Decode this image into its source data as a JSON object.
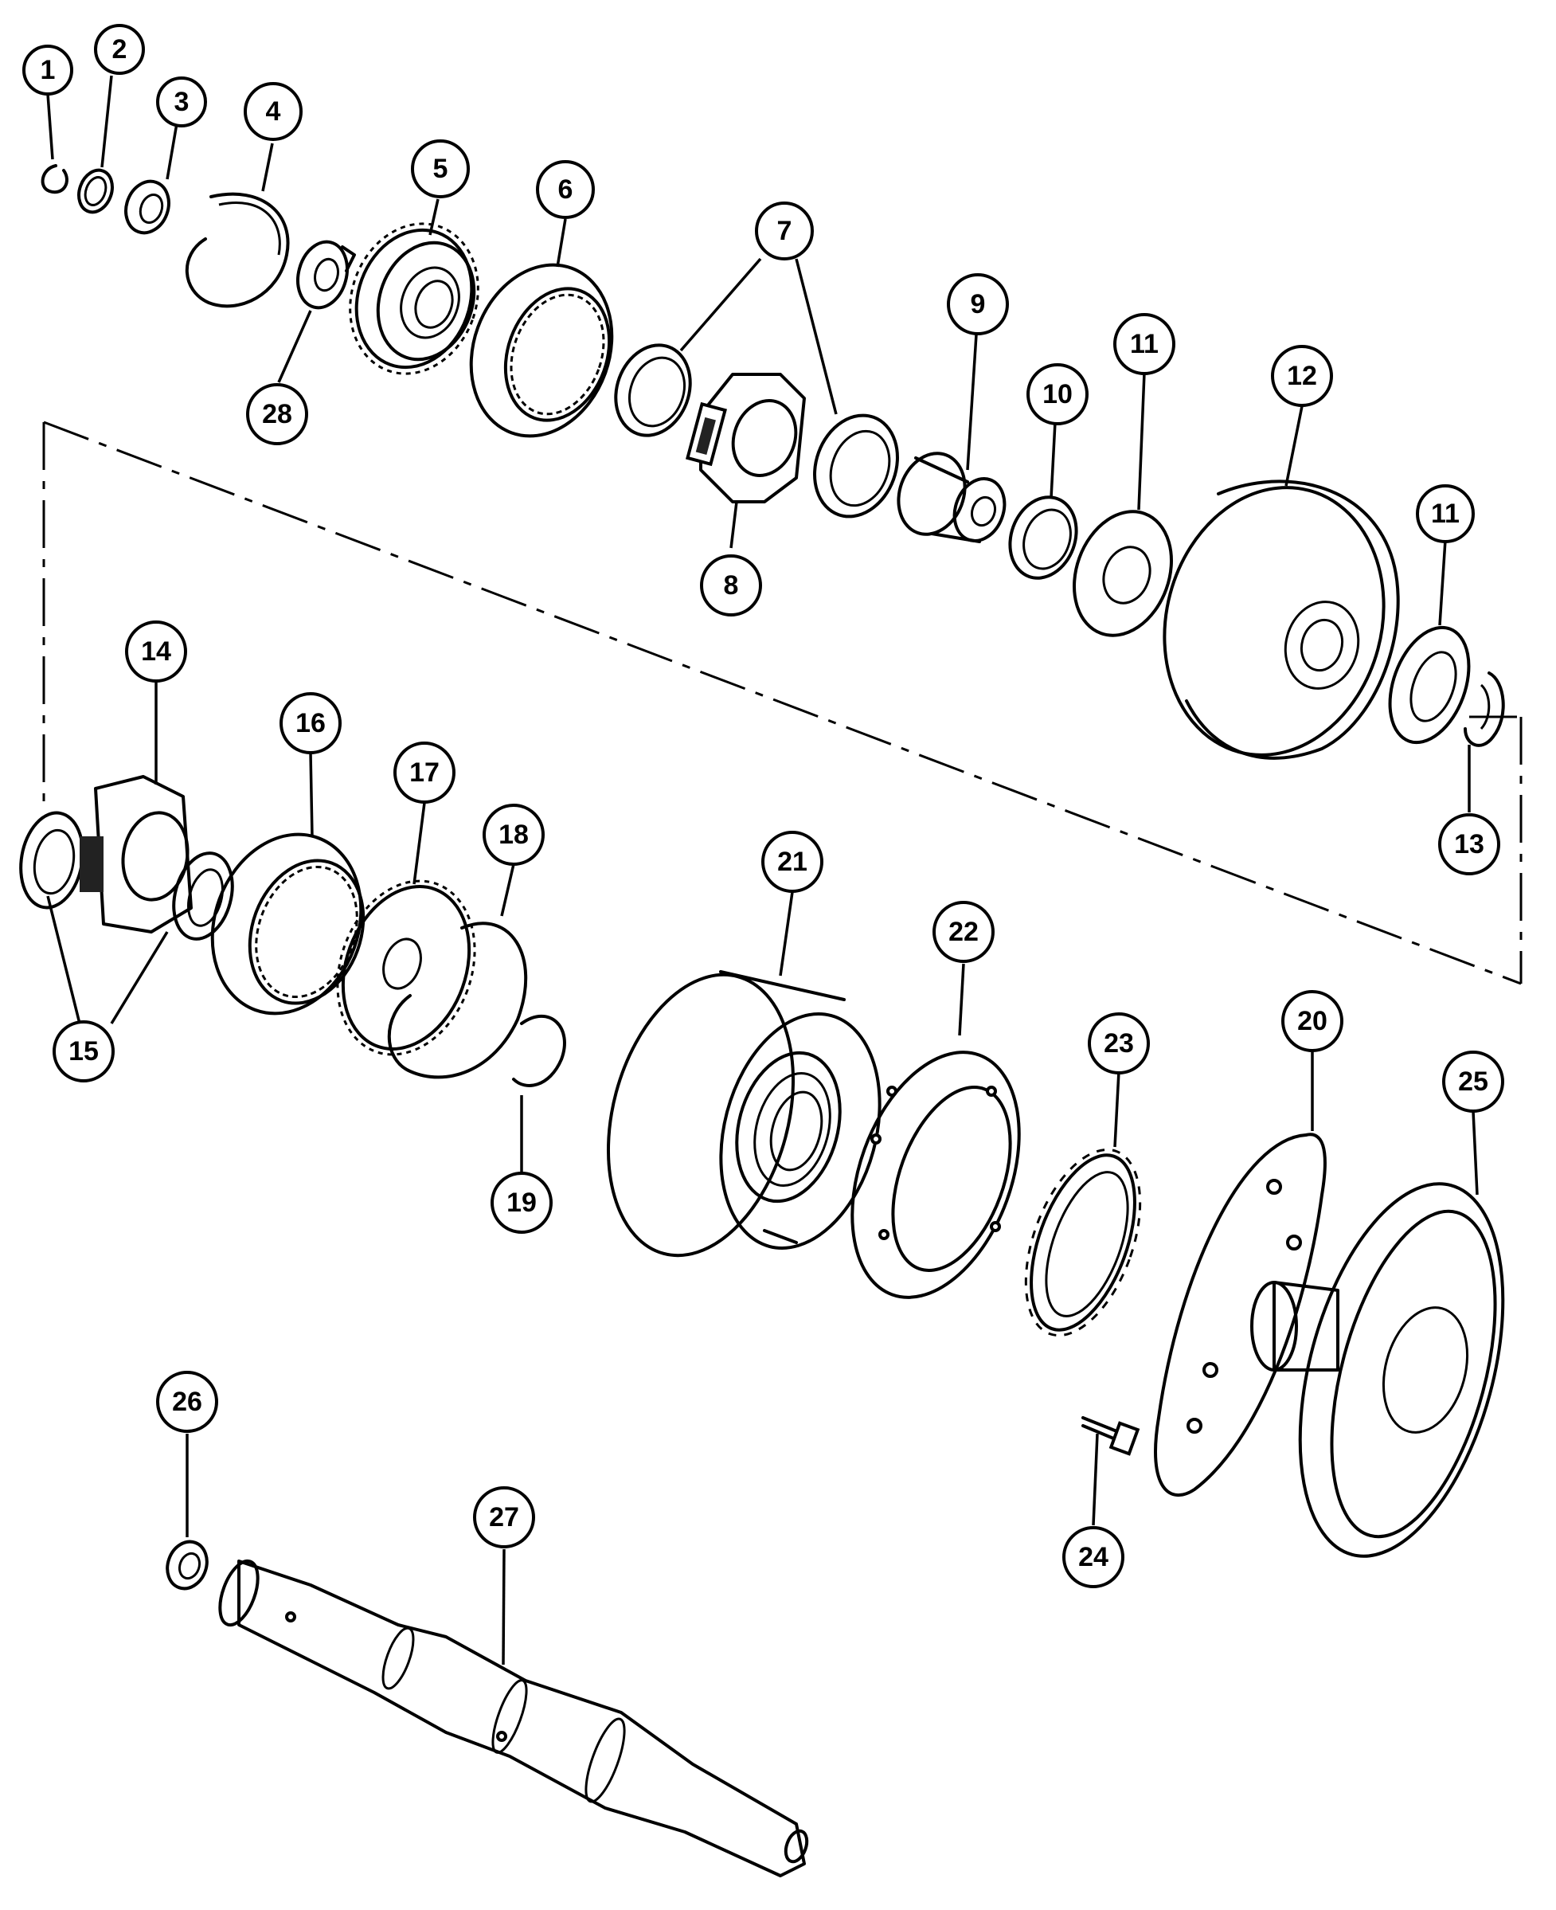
{
  "callouts": [
    {
      "id": "c1",
      "label": "1"
    },
    {
      "id": "c2",
      "label": "2"
    },
    {
      "id": "c3",
      "label": "3"
    },
    {
      "id": "c4",
      "label": "4"
    },
    {
      "id": "c5",
      "label": "5"
    },
    {
      "id": "c6",
      "label": "6"
    },
    {
      "id": "c7",
      "label": "7"
    },
    {
      "id": "c8",
      "label": "8"
    },
    {
      "id": "c9",
      "label": "9"
    },
    {
      "id": "c10",
      "label": "10"
    },
    {
      "id": "c11a",
      "label": "11"
    },
    {
      "id": "c12",
      "label": "12"
    },
    {
      "id": "c11b",
      "label": "11"
    },
    {
      "id": "c13",
      "label": "13"
    },
    {
      "id": "c14",
      "label": "14"
    },
    {
      "id": "c15",
      "label": "15"
    },
    {
      "id": "c16",
      "label": "16"
    },
    {
      "id": "c17",
      "label": "17"
    },
    {
      "id": "c18",
      "label": "18"
    },
    {
      "id": "c19",
      "label": "19"
    },
    {
      "id": "c20",
      "label": "20"
    },
    {
      "id": "c21",
      "label": "21"
    },
    {
      "id": "c22",
      "label": "22"
    },
    {
      "id": "c23",
      "label": "23"
    },
    {
      "id": "c24",
      "label": "24"
    },
    {
      "id": "c25",
      "label": "25"
    },
    {
      "id": "c26",
      "label": "26"
    },
    {
      "id": "c27",
      "label": "27"
    },
    {
      "id": "c28",
      "label": "28"
    }
  ]
}
